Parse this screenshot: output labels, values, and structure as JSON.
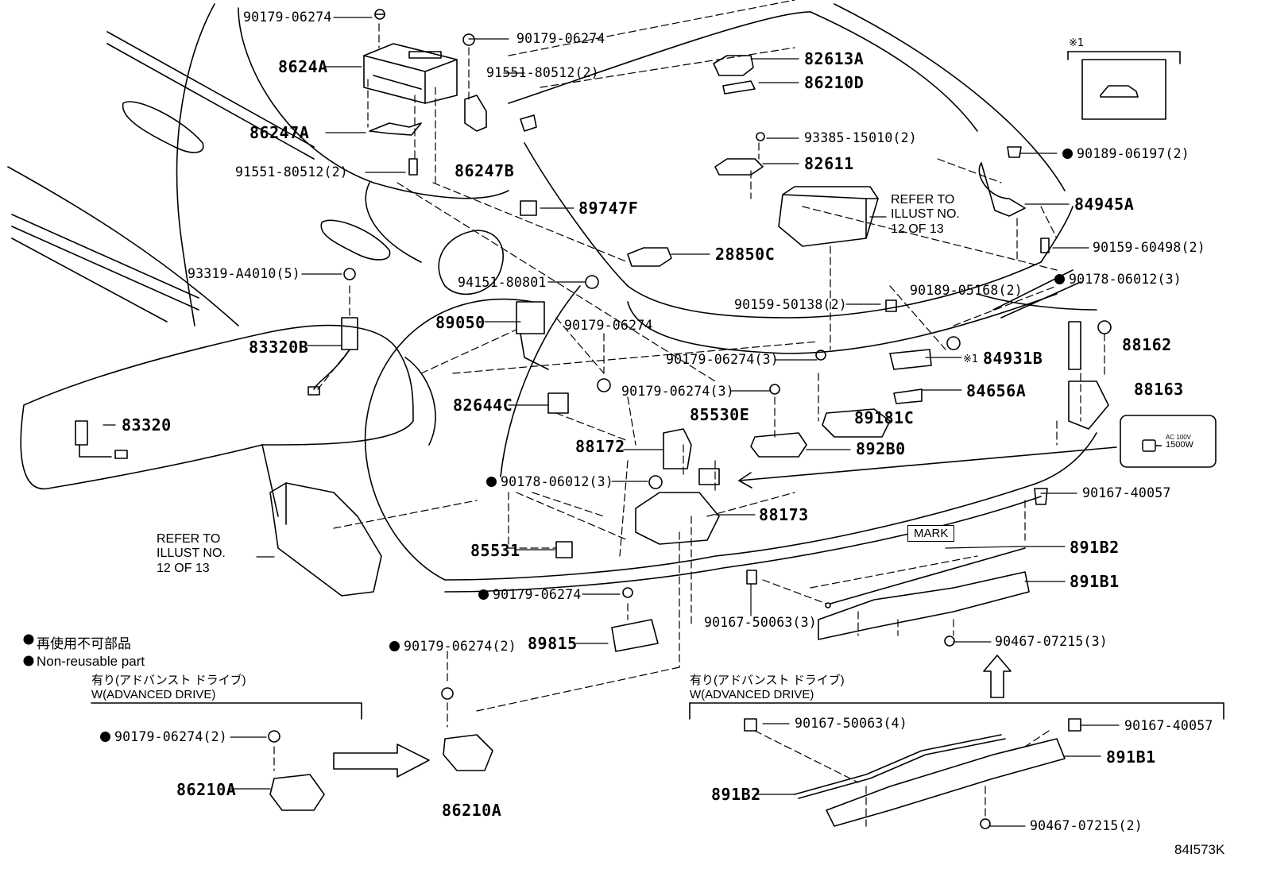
{
  "labels": {
    "p90179_06274_top": "90179-06274",
    "p8624A": "8624A",
    "p90179_06274_b": "90179-06274",
    "p91551_80512_2a": "91551-80512(2)",
    "p86247A": "86247A",
    "p86247B": "86247B",
    "p91551_80512_2b": "91551-80512(2)",
    "p82613A": "82613A",
    "p86210D": "86210D",
    "p93385_15010": "93385-15010(2)",
    "p82611": "82611",
    "p89747F": "89747F",
    "p28850C": "28850C",
    "p90189_06197": "90189-06197(2)",
    "p84945A": "84945A",
    "p90159_60498": "90159-60498(2)",
    "p90178_06012_3a": "90178-06012(3)",
    "p93319_A4010": "93319-A4010(5)",
    "p94151_80801": "94151-80801",
    "p90189_05168": "90189-05168(2)",
    "p90159_50138": "90159-50138(2)",
    "p89050": "89050",
    "p90179_06274_c": "90179-06274",
    "p83320B": "83320B",
    "p90179_06274_3a": "90179-06274(3)",
    "p84931B": "84931B",
    "p88162": "88162",
    "p90179_06274_3b": "90179-06274(3)",
    "p84656A": "84656A",
    "p88163": "88163",
    "p82644C": "82644C",
    "p85530E": "85530E",
    "p89181C": "89181C",
    "p83320": "83320",
    "p88172": "88172",
    "p892B0": "892B0",
    "p90178_06012_3b": "90178-06012(3)",
    "p90167_40057a": "90167-40057",
    "p88173": "88173",
    "p891B2a": "891B2",
    "p85531": "85531",
    "p891B1a": "891B1",
    "p90179_06274_d": "90179-06274",
    "p90167_50063_3": "90167-50063(3)",
    "p89815": "89815",
    "p90467_07215_3": "90467-07215(3)",
    "p90179_06274_2a": "90179-06274(2)",
    "p90179_06274_2b": "90179-06274(2)",
    "p86210A_l": "86210A",
    "p86210A_r": "86210A",
    "p90167_50063_4": "90167-50063(4)",
    "p90167_40057b": "90167-40057",
    "p891B1b": "891B1",
    "p891B2b": "891B2",
    "p90467_07215_2": "90467-07215(2)"
  },
  "refer": {
    "right_line1": "REFER TO",
    "right_line2": "ILLUST NO.",
    "right_line3": "12 OF 13",
    "left_line1": "REFER TO",
    "left_line2": "ILLUST NO.",
    "left_line3": "12 OF 13"
  },
  "legend": {
    "jp": "再使用不可部品",
    "en": "Non-reusable part"
  },
  "advanced_drive": {
    "left_jp": "有り(アドバンスト ドライブ)",
    "left_en": "W(ADVANCED DRIVE)",
    "right_jp": "有り(アドバンスト ドライブ)",
    "right_en": "W(ADVANCED DRIVE)"
  },
  "misc": {
    "mark": "MARK",
    "asterisk_1": "※1",
    "asterisk_1b": "※1",
    "ac_line1": "AC 100V",
    "ac_line2": "1500W",
    "diagram_code": "84I573K"
  }
}
